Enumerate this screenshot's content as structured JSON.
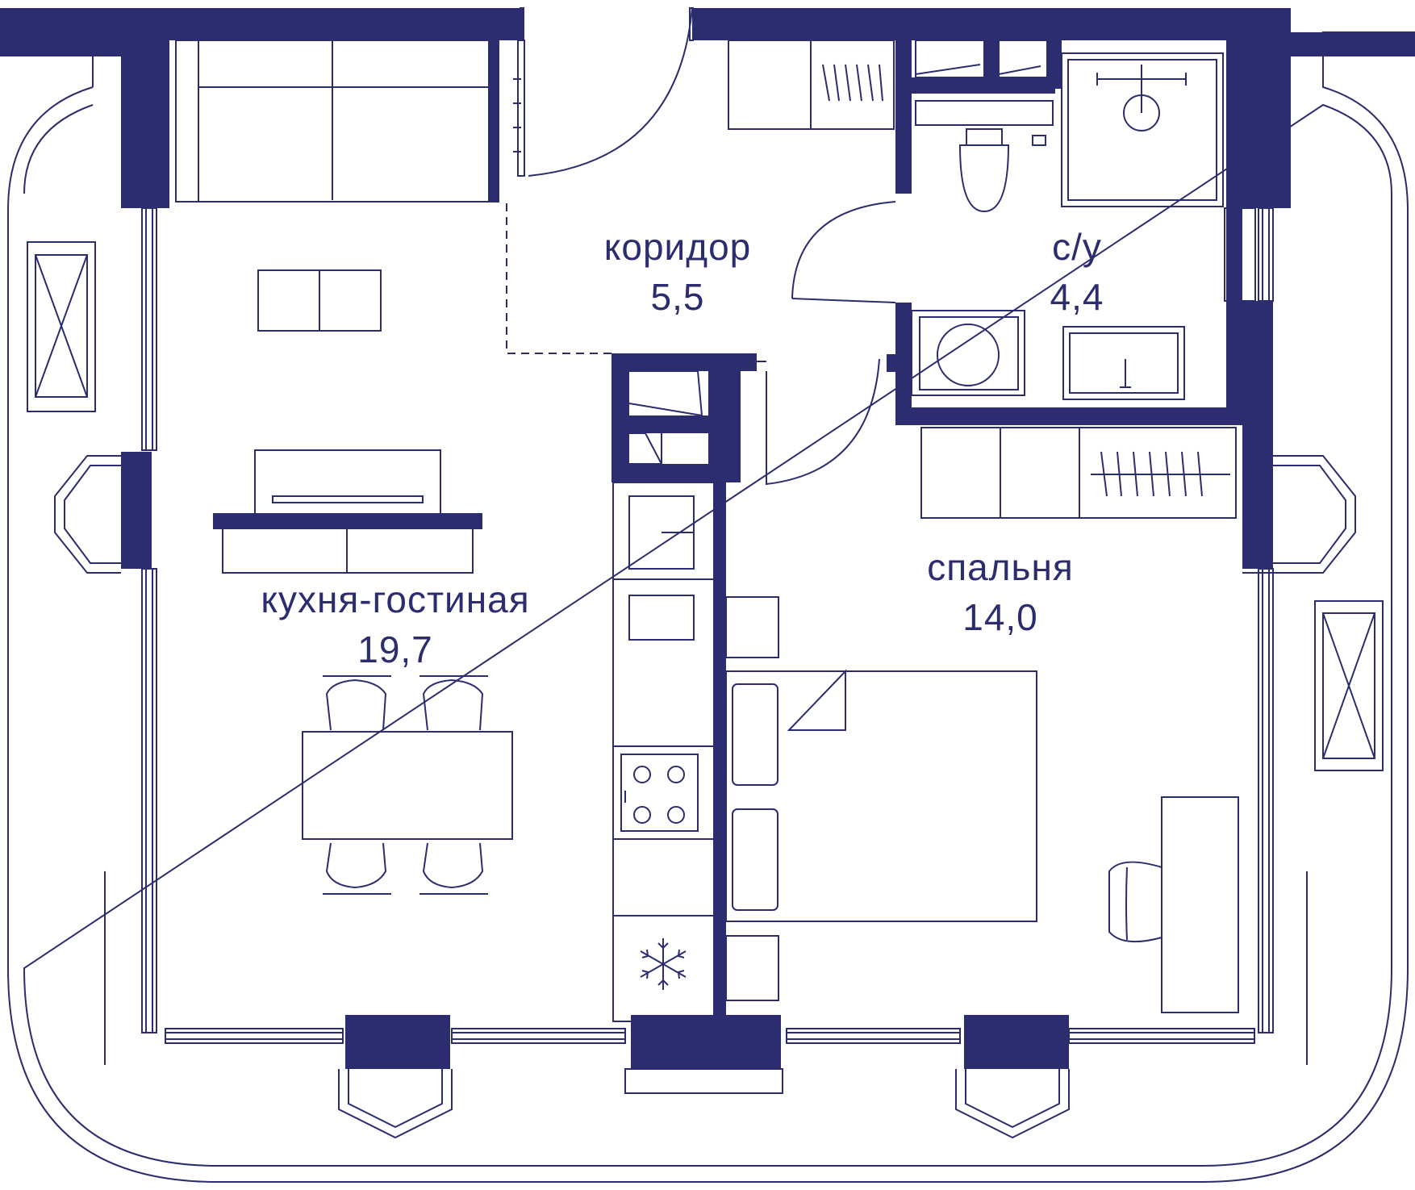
{
  "colors": {
    "wall": "#2b2d6e",
    "line": "#2b2d6e",
    "background": "#ffffff"
  },
  "rooms": {
    "corridor": {
      "name": "коридор",
      "area": "5,5"
    },
    "bathroom": {
      "name": "с/у",
      "area": "4,4"
    },
    "kitchen_living": {
      "name": "кухня-гостиная",
      "area": "19,7"
    },
    "bedroom": {
      "name": "спальня",
      "area": "14,0"
    }
  },
  "icons": {
    "fridge": "snowflake-icon",
    "stove": "stove-icon",
    "sink": "sink-icon",
    "toilet": "toilet-icon",
    "shower": "shower-icon",
    "washer": "washing-machine-icon"
  }
}
